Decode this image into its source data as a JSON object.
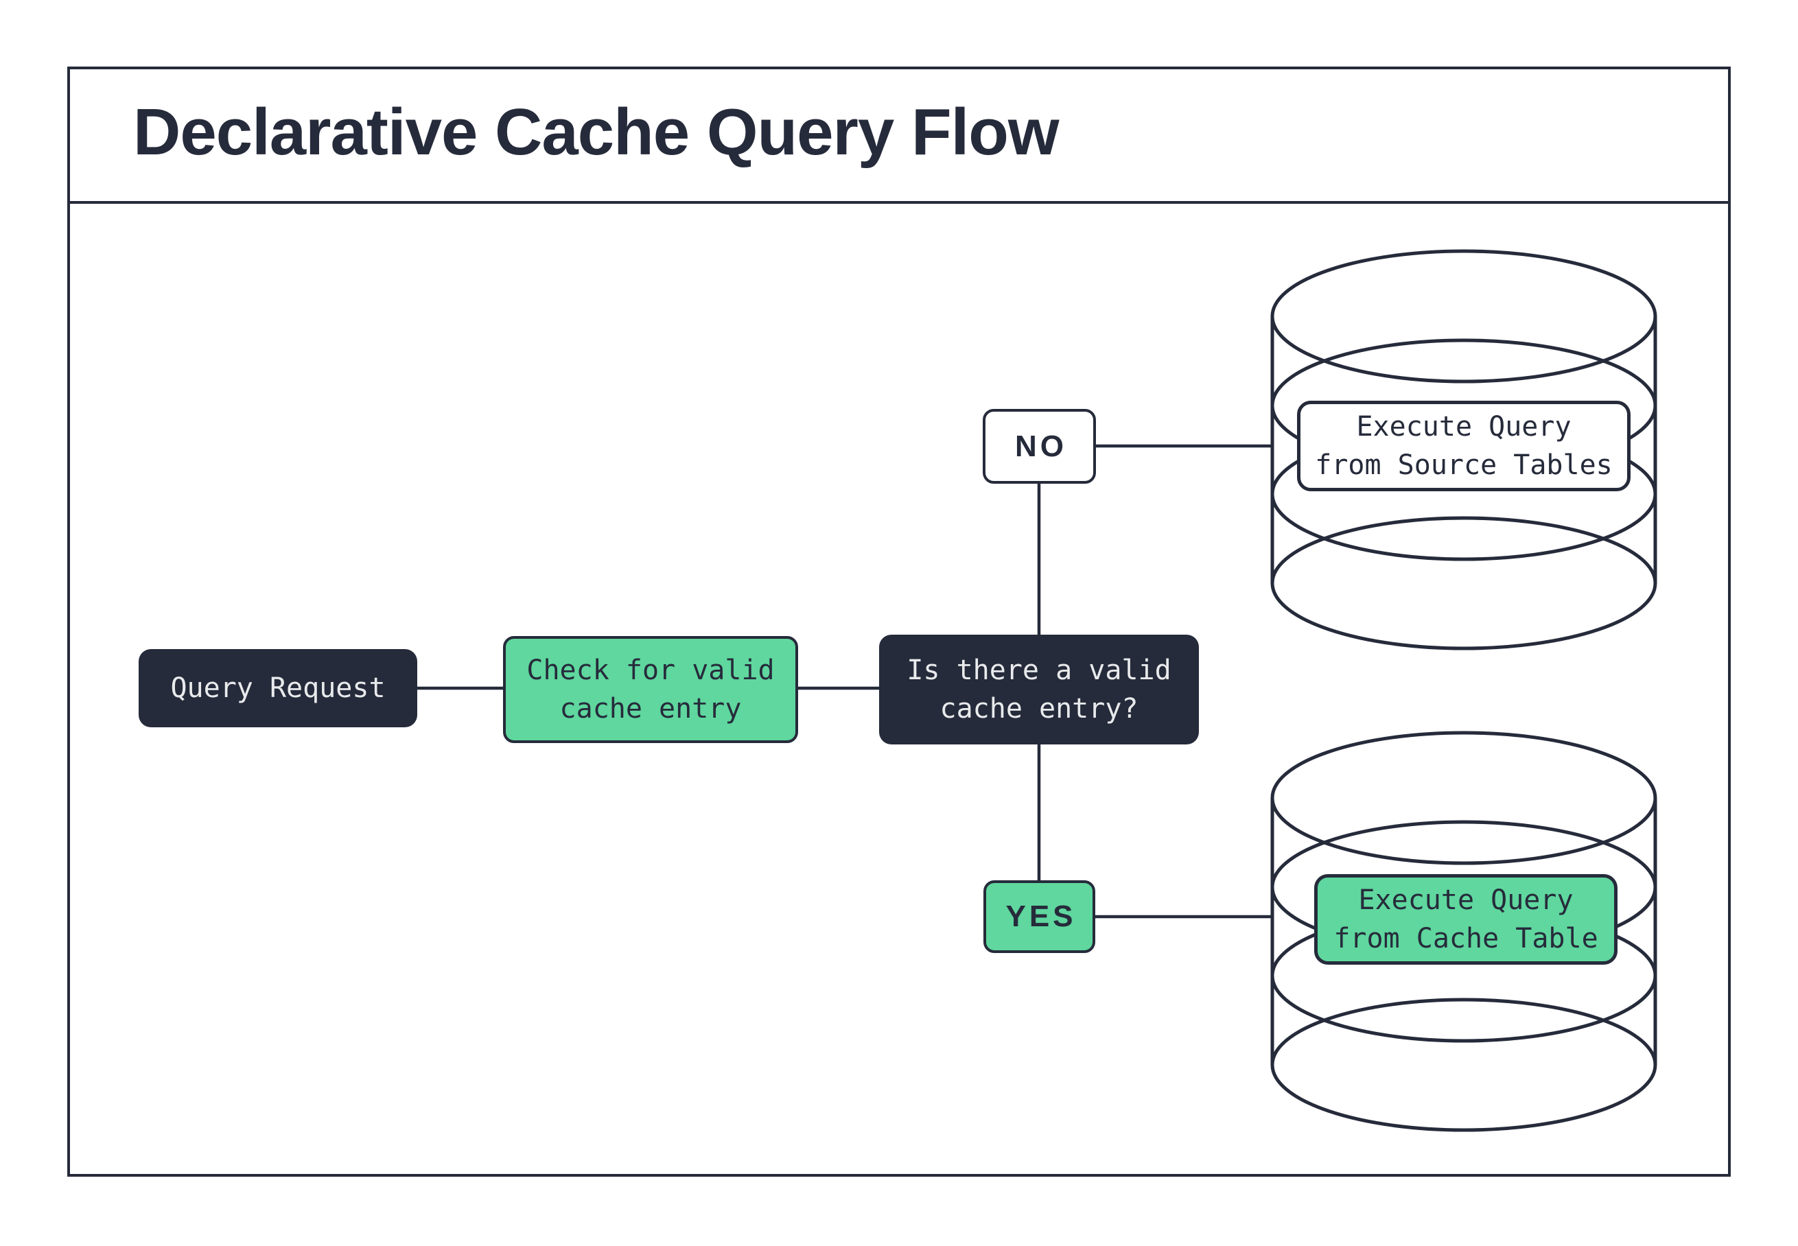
{
  "title": "Declarative Cache Query Flow",
  "colors": {
    "ink": "#262B3B",
    "green": "#5FD79E",
    "paper": "#FFFFFF",
    "light_text": "#E9EAEC"
  },
  "nodes": {
    "query_request": {
      "lines": [
        "Query Request"
      ]
    },
    "check_cache": {
      "lines": [
        "Check for valid",
        "cache entry"
      ]
    },
    "decision": {
      "lines": [
        "Is there a valid",
        "cache entry?"
      ]
    },
    "source_db": {
      "lines": [
        "Execute Query",
        "from Source Tables"
      ]
    },
    "cache_db": {
      "lines": [
        "Execute Query",
        "from Cache Table"
      ]
    }
  },
  "edges": {
    "no_label": "NO",
    "yes_label": "YES"
  },
  "icons": {
    "source_database": "database-cylinder",
    "cache_database": "database-cylinder"
  }
}
